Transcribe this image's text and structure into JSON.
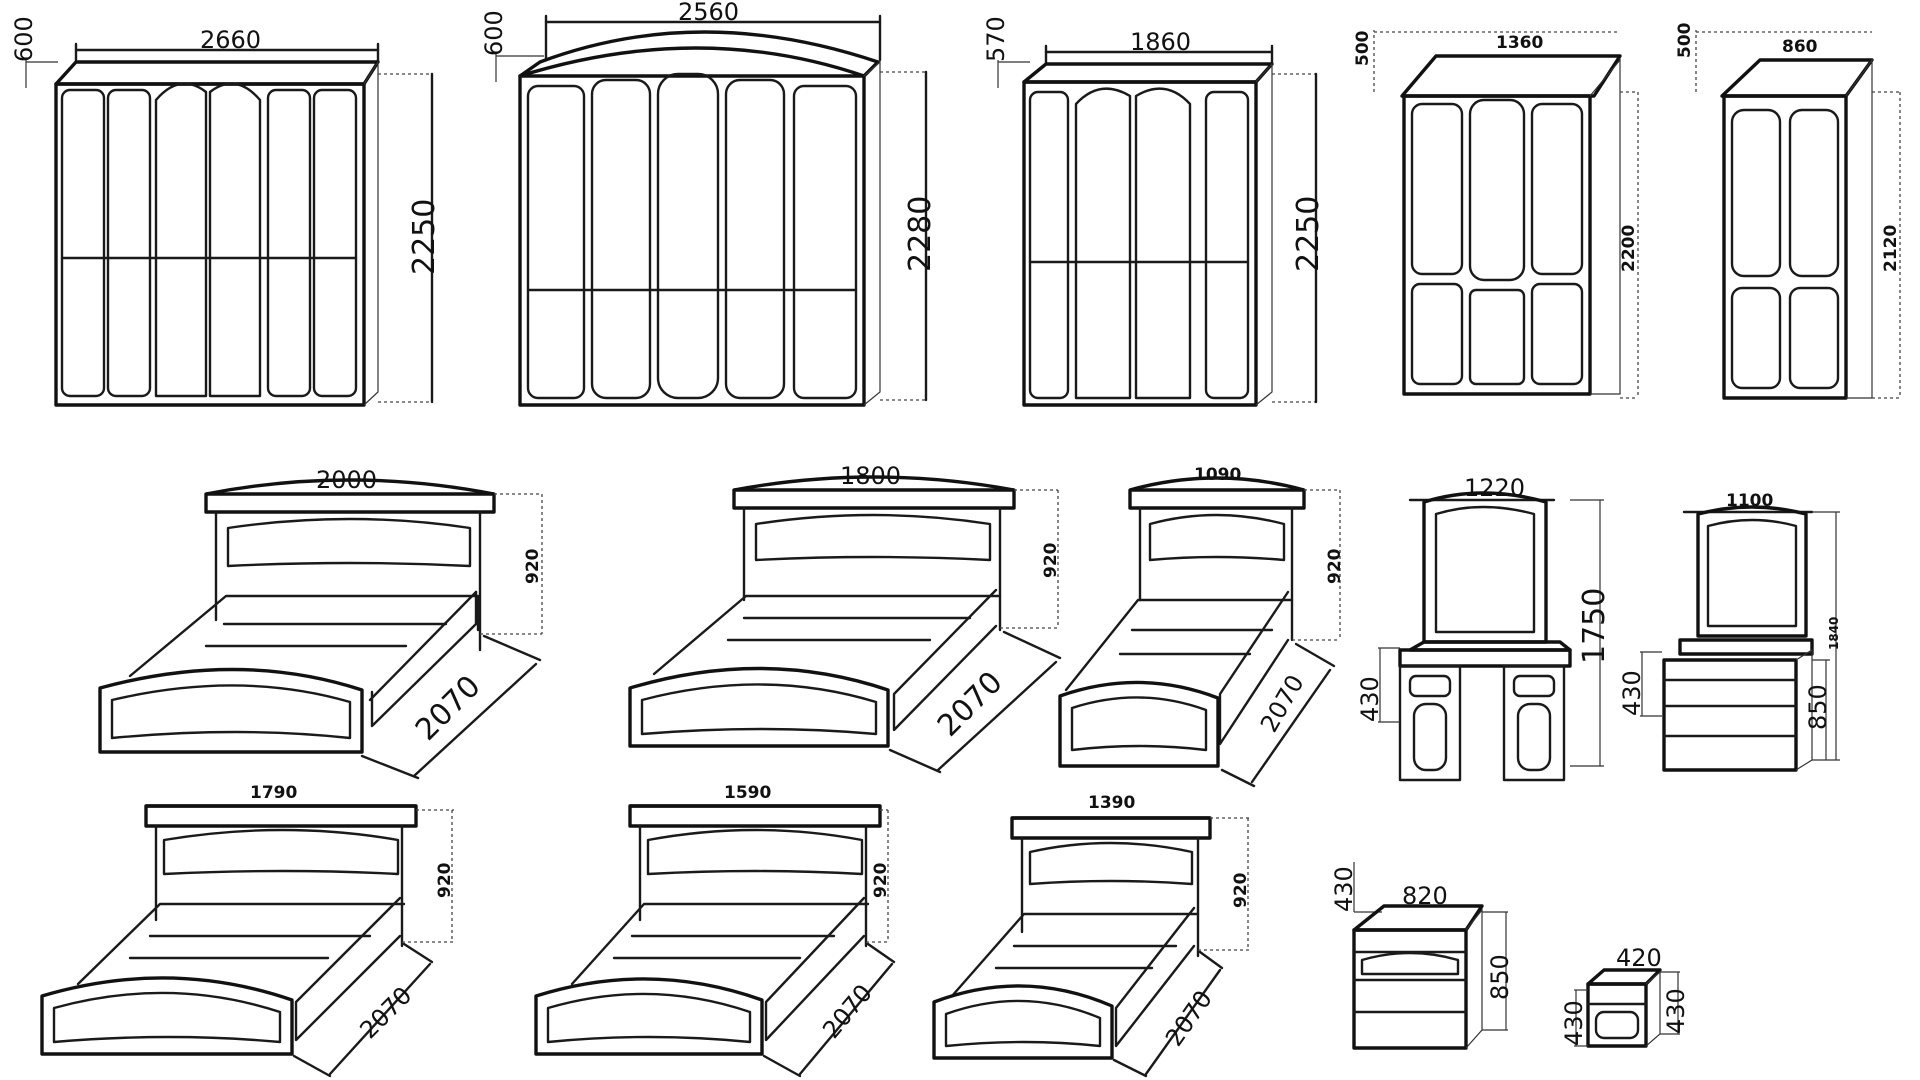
{
  "colors": {
    "line": "#1a1a1a",
    "background": "#ffffff",
    "dimension": "#444444"
  },
  "wardrobes": [
    {
      "id": "w5",
      "width": "2660",
      "height": "2250",
      "depth": "600"
    },
    {
      "id": "w5arch",
      "width": "2560",
      "height": "2280",
      "depth": "600"
    },
    {
      "id": "w4",
      "width": "1860",
      "height": "2250",
      "depth": "570"
    },
    {
      "id": "w3",
      "width": "1360",
      "height": "2200",
      "depth": "500"
    },
    {
      "id": "w2",
      "width": "860",
      "height": "2120",
      "depth": "500"
    }
  ],
  "beds": [
    {
      "id": "b2000",
      "width": "2000",
      "height": "920",
      "length": "2070"
    },
    {
      "id": "b1800",
      "width": "1800",
      "height": "920",
      "length": "2070"
    },
    {
      "id": "b1090",
      "width": "1090",
      "height": "920",
      "length": "2070"
    },
    {
      "id": "b1790",
      "width": "1790",
      "height": "920",
      "length": "2070"
    },
    {
      "id": "b1590",
      "width": "1590",
      "height": "920",
      "length": "2070"
    },
    {
      "id": "b1390",
      "width": "1390",
      "height": "920",
      "length": "2070"
    }
  ],
  "vanities": [
    {
      "id": "v1220",
      "width": "1220",
      "total_height": "1750",
      "depth": "430"
    },
    {
      "id": "v1100",
      "width": "1100",
      "total_height": "1840",
      "body_height": "850",
      "depth": "430"
    }
  ],
  "dresser": {
    "width": "820",
    "height": "850",
    "depth": "430"
  },
  "nightstand": {
    "width": "420",
    "height": "430",
    "depth": "430"
  }
}
